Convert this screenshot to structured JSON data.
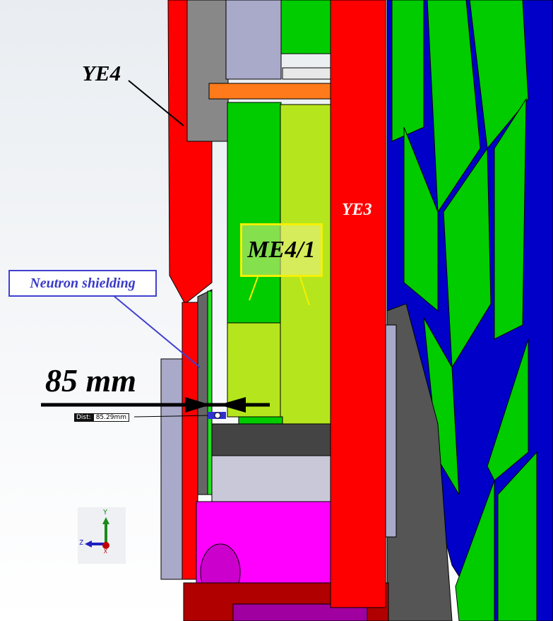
{
  "annotations": {
    "ye4": "YE4",
    "ye3": "YE3",
    "me41": "ME4/1",
    "neutron_shielding": "Neutron shielding",
    "distance_big": "85 mm"
  },
  "measurement": {
    "key": "Dist:",
    "value": "85.29mm"
  },
  "triad": {
    "y": "Y",
    "z": "Z",
    "x": "X"
  },
  "colors": {
    "red": "#ff0000",
    "green": "#00cc00",
    "yellowgreen": "#b5e61d",
    "blue": "#0000c8",
    "lavender": "#a9a9c9",
    "magenta": "#ff00ff",
    "orange": "#ff7a1a",
    "darkgray": "#555555"
  }
}
